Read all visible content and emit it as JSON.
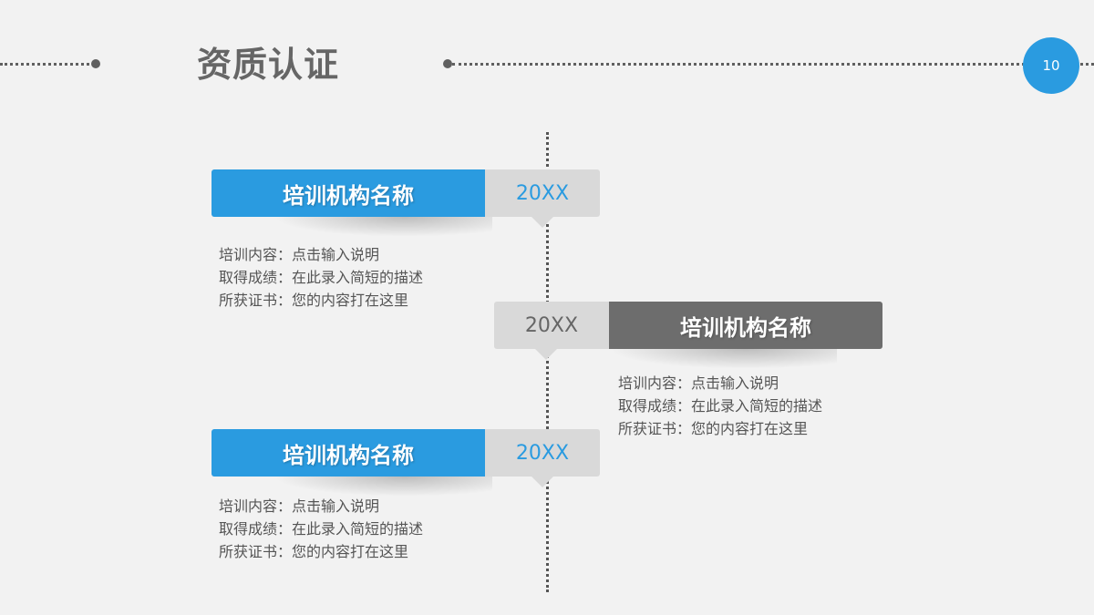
{
  "header": {
    "title": "资质认证",
    "page_number": "10"
  },
  "entries": [
    {
      "name": "培训机构名称",
      "year": "20XX",
      "lines": [
        "培训内容：点击输入说明",
        "取得成绩：在此录入简短的描述",
        "所获证书：您的内容打在这里"
      ]
    },
    {
      "name": "培训机构名称",
      "year": "20XX",
      "lines": [
        "培训内容：点击输入说明",
        "取得成绩：在此录入简短的描述",
        "所获证书：您的内容打在这里"
      ]
    },
    {
      "name": "培训机构名称",
      "year": "20XX",
      "lines": [
        "培训内容：点击输入说明",
        "取得成绩：在此录入简短的描述",
        "所获证书：您的内容打在这里"
      ]
    }
  ],
  "colors": {
    "accent_blue": "#2a9be0",
    "accent_gray": "#6d6d6d",
    "year_box": "#d9d9d9",
    "background": "#f2f2f2"
  }
}
